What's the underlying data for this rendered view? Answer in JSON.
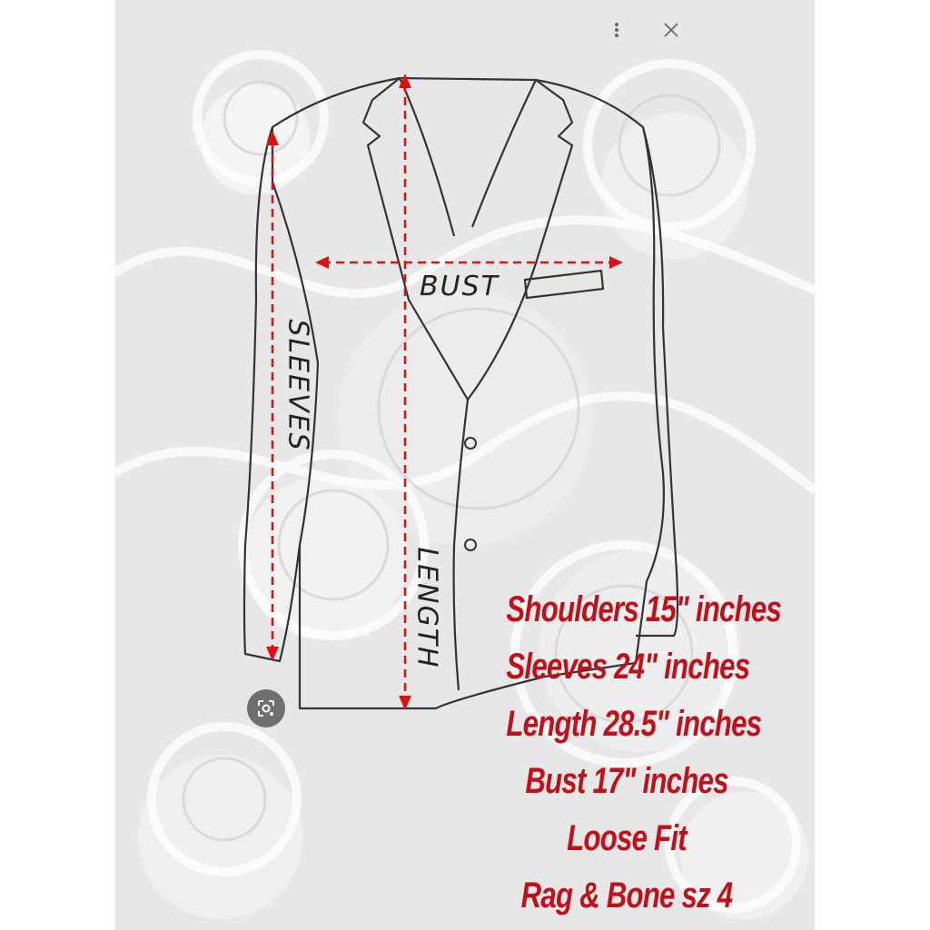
{
  "controls": {
    "more_icon": "vertical-dots-icon",
    "close_icon": "close-icon",
    "lens_icon": "visual-search-icon"
  },
  "diagram": {
    "labels": {
      "bust": "BUST",
      "sleeves": "SLEEVES",
      "length": "LENGTH"
    },
    "arrow_color": "#e01010",
    "line_color": "#333333"
  },
  "specs": [
    "Shoulders 15\" inches",
    "Sleeves 24\" inches",
    "Length 28.5\" inches",
    "Bust 17\" inches",
    "Loose Fit",
    "Rag & Bone sz 4"
  ],
  "colors": {
    "spec_text": "#c0101a",
    "background": "#e7e7e7"
  }
}
